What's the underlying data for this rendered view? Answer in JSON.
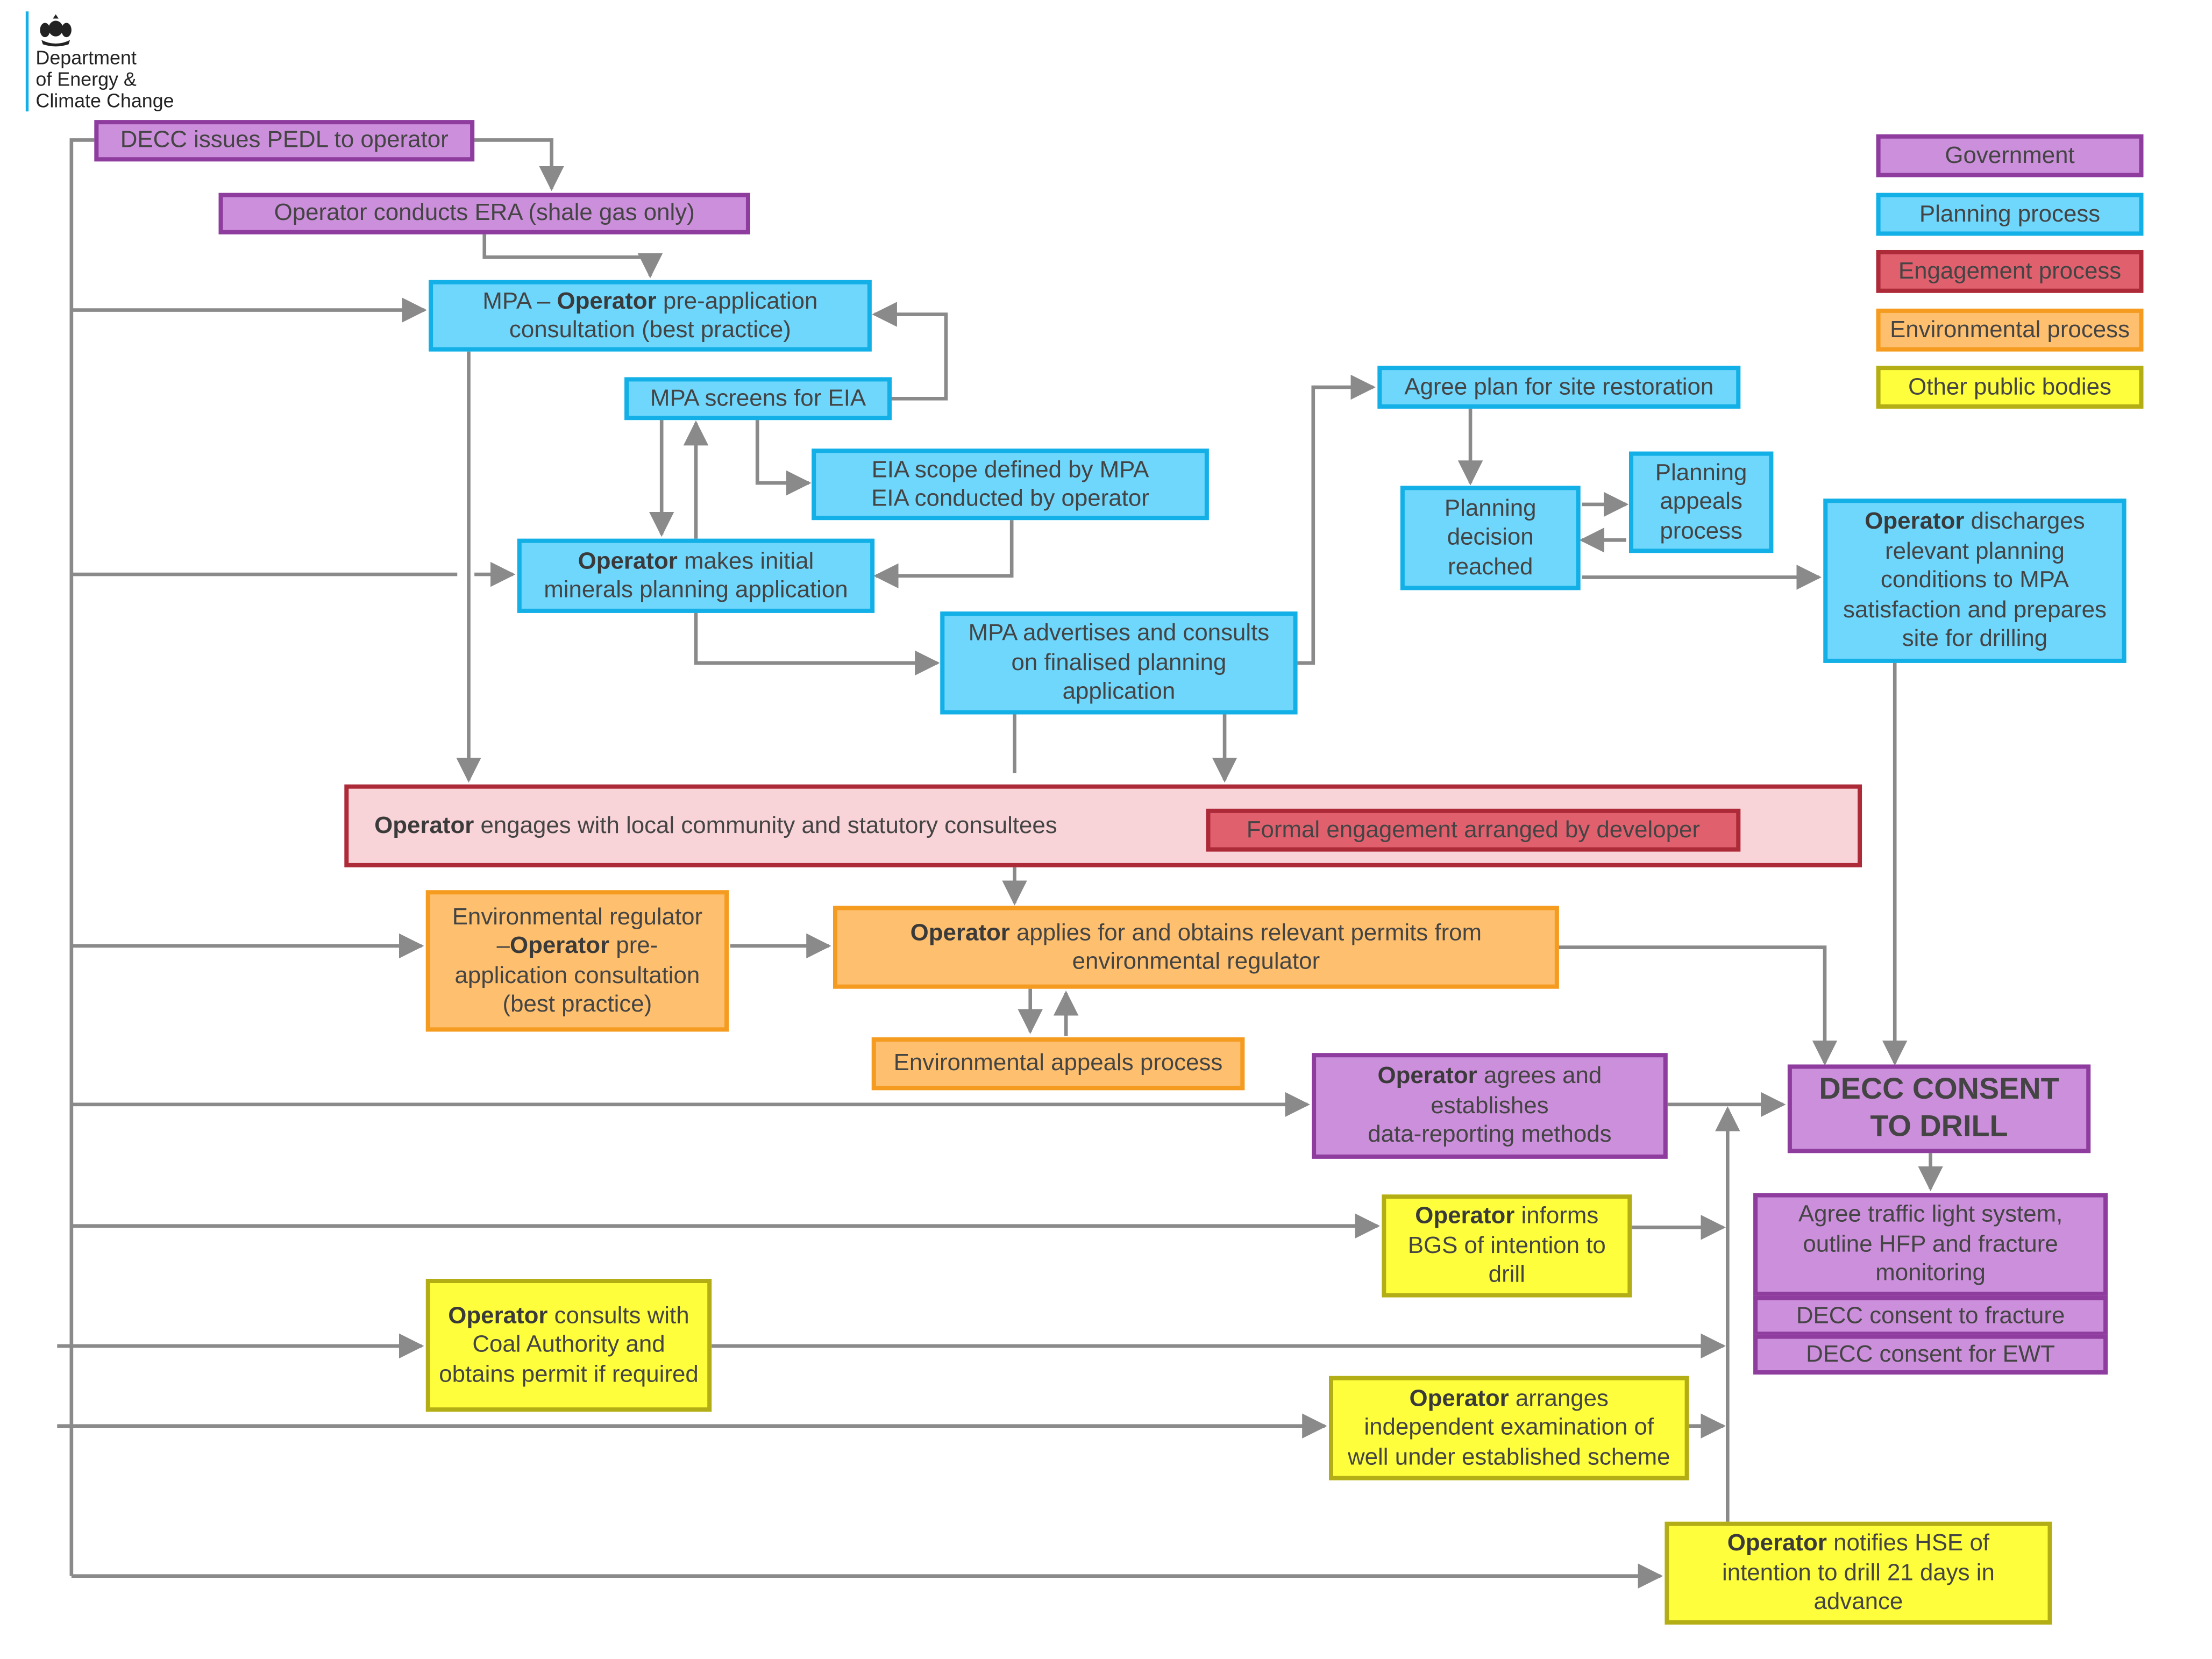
{
  "logo": {
    "org_line1": "Department",
    "org_line2": "of Energy &",
    "org_line3": "Climate Change"
  },
  "legend": [
    {
      "label": "Government",
      "color": "#cc8fdb"
    },
    {
      "label": "Planning process",
      "color": "#6fd6fc"
    },
    {
      "label": "Engagement process",
      "color": "#e1606e"
    },
    {
      "label": "Environmental process",
      "color": "#fec06f"
    },
    {
      "label": "Other public bodies",
      "color": "#fefe3c"
    }
  ],
  "nodes": {
    "pedl": {
      "text": "DECC issues PEDL to operator"
    },
    "era": {
      "text": "Operator conducts ERA (shale gas only)"
    },
    "preapp": {
      "l1_pre": "MPA – ",
      "l1_bold": "Operator",
      "l1_post": " pre-application",
      "l2": "consultation (best practice)"
    },
    "screens": {
      "text": "MPA screens for EIA"
    },
    "eia_scope": {
      "l1": "EIA scope defined by MPA",
      "l2": "EIA conducted by operator"
    },
    "initial_app": {
      "l1_bold": "Operator",
      "l1_post": " makes initial",
      "l2": "minerals planning application"
    },
    "advertises": {
      "l1": "MPA advertises and consults",
      "l2": "on finalised planning",
      "l3": "application"
    },
    "restoration": {
      "text": "Agree plan for site restoration"
    },
    "decision": {
      "l1": "Planning",
      "l2": "decision",
      "l3": "reached"
    },
    "appeals": {
      "l1": "Planning",
      "l2": "appeals",
      "l3": "process"
    },
    "discharges": {
      "l1_bold": "Operator",
      "l1_post": " discharges",
      "l2": "relevant planning",
      "l3": "conditions to MPA",
      "l4": "satisfaction and prepares",
      "l5": "site for drilling"
    },
    "engages": {
      "bold": "Operator",
      "post": " engages with local community and statutory consultees"
    },
    "formal": {
      "text": "Formal engagement arranged by developer"
    },
    "env_preapp": {
      "l1": "Environmental regulator",
      "l2_pre": "–",
      "l2_bold": "Operator",
      "l2_post": " pre-",
      "l3": "application consultation",
      "l4": "(best practice)"
    },
    "permits": {
      "l1_bold": "Operator",
      "l1_post": " applies for and obtains relevant permits from",
      "l2": "environmental regulator"
    },
    "env_appeals": {
      "text": "Environmental appeals process"
    },
    "data_reporting": {
      "l1_bold": "Operator",
      "l1_post": " agrees and",
      "l2": "establishes",
      "l3": "data-reporting methods"
    },
    "consent": {
      "l1": "DECC CONSENT",
      "l2": "TO DRILL"
    },
    "traffic": {
      "l1": "Agree traffic light system,",
      "l2": "outline HFP and fracture",
      "l3": "monitoring"
    },
    "fracture": {
      "text": "DECC consent to fracture"
    },
    "ewt": {
      "text": "DECC consent for EWT"
    },
    "bgs": {
      "l1_bold": "Operator",
      "l1_post": " informs",
      "l2": "BGS of intention to",
      "l3": "drill"
    },
    "coal": {
      "l1_bold": "Operator",
      "l1_post": " consults with",
      "l2": "Coal Authority and",
      "l3": "obtains permit if required"
    },
    "examination": {
      "l1_bold": "Operator",
      "l1_post": " arranges",
      "l2": "independent examination of",
      "l3": "well under established scheme"
    },
    "hse": {
      "l1_bold": "Operator",
      "l1_post": " notifies HSE of",
      "l2": "intention to drill 21 days in",
      "l3": "advance"
    }
  }
}
